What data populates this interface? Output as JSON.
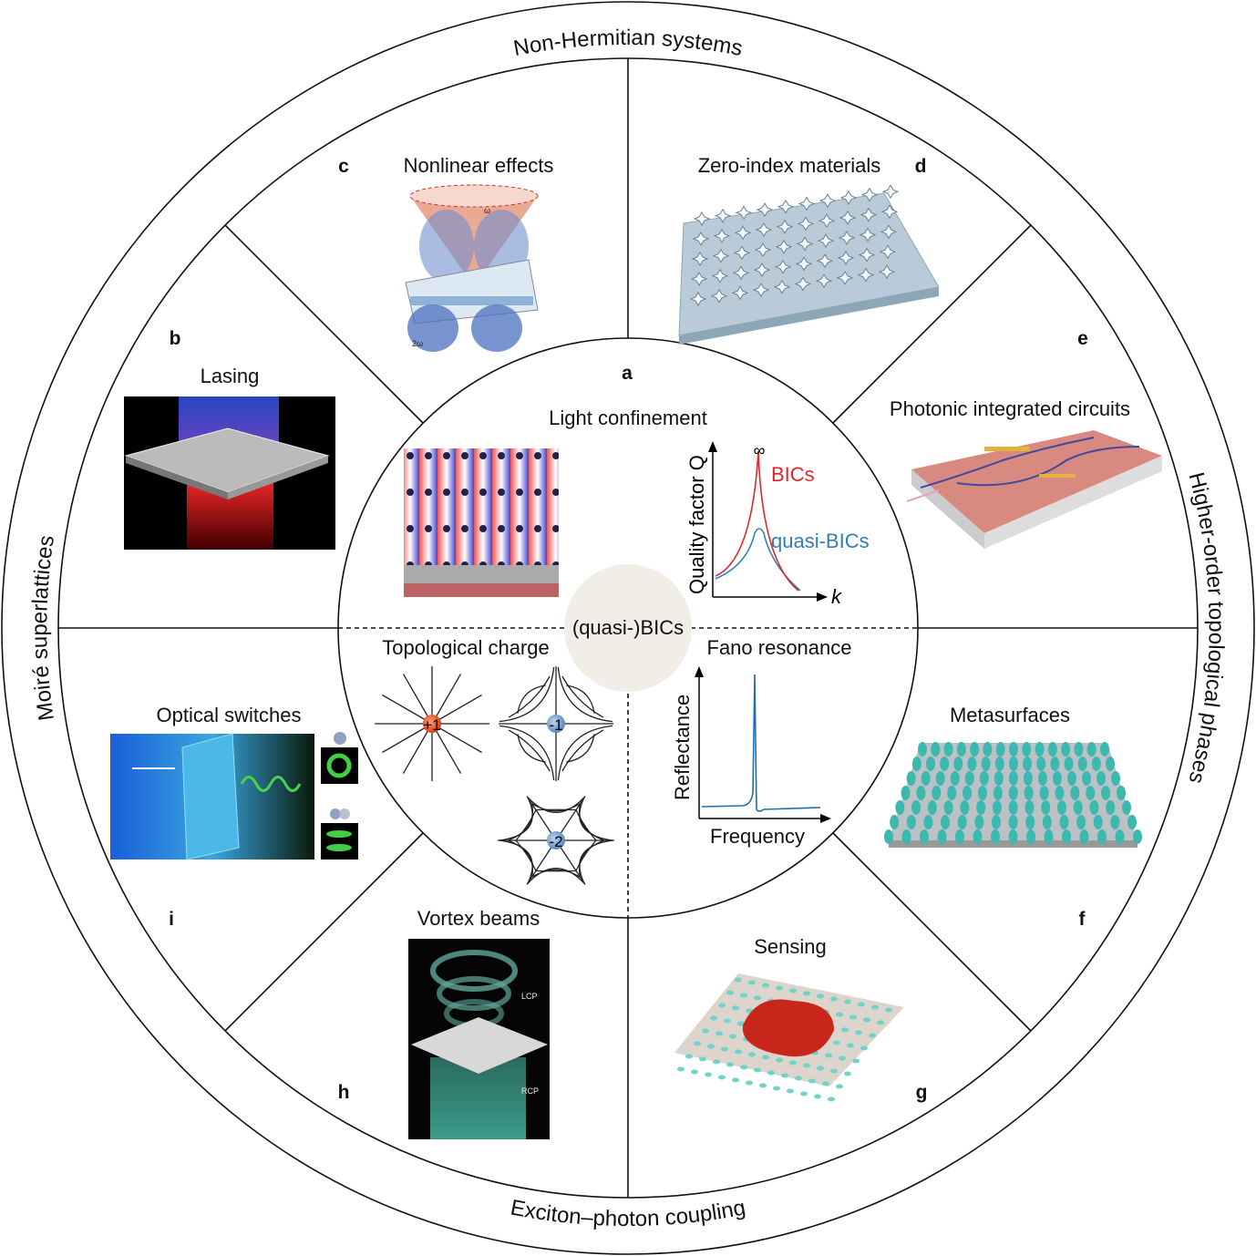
{
  "ring": {
    "top": "Non-Hermitian systems",
    "bottom": "Exciton–photon coupling",
    "left": "Moiré superlattices",
    "right": "Higher-order topological phases"
  },
  "center_label": "(quasi-)BICs",
  "panels": {
    "a": {
      "letter": "a",
      "title": "Light confinement"
    },
    "b": {
      "letter": "b",
      "title": "Lasing"
    },
    "c": {
      "letter": "c",
      "title": "Nonlinear effects",
      "omega": "ω",
      "two_omega": "2ω"
    },
    "d": {
      "letter": "d",
      "title": "Zero-index materials"
    },
    "e": {
      "letter": "e",
      "title": "Photonic integrated circuits"
    },
    "f": {
      "letter": "f",
      "title": "Metasurfaces"
    },
    "g": {
      "letter": "g",
      "title": "Sensing"
    },
    "h": {
      "letter": "h",
      "title": "Vortex beams",
      "lcp": "LCP",
      "rcp": "RCP"
    },
    "i": {
      "letter": "i",
      "title": "Optical switches"
    }
  },
  "q_plot": {
    "ylabel": "Quality factor Q",
    "xlabel": "k",
    "infinity": "∞",
    "bics": "BICs",
    "quasi_bics": "quasi-BICs",
    "bics_color": "#e0262b",
    "quasi_color": "#2f7fb5"
  },
  "topological": {
    "title": "Topological charge",
    "charges": [
      "+1",
      "-1",
      "-2"
    ]
  },
  "fano": {
    "title": "Fano resonance",
    "ylabel": "Reflectance",
    "xlabel": "Frequency",
    "color": "#1f6fa8"
  }
}
